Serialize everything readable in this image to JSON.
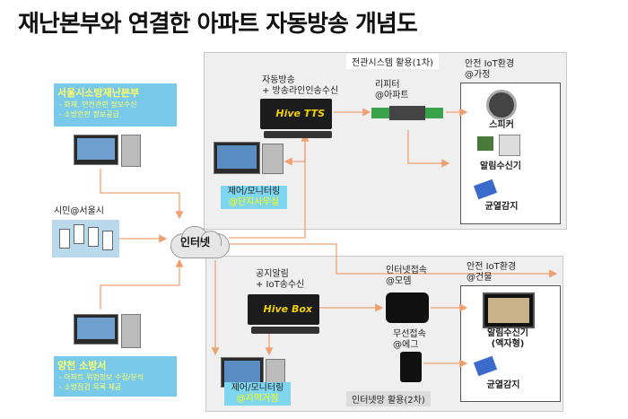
{
  "title": "재난본부와 연결한 아파트 자동방송 개념도",
  "panel_top": {
    "label": "전관시스템 활용(1차)",
    "broadcast": [
      "자동방송",
      "+ 방송라인인송수신"
    ],
    "device_text": "Hive TTS",
    "repeater": [
      "리피터",
      "@아파트"
    ],
    "safe_env": [
      "안전 IoT환경",
      "@가정"
    ],
    "speaker": "스피커",
    "receiver": "알림수신기",
    "heat": "균열감지",
    "control_tag_line1": "제어/모니터링",
    "control_tag_line2": "@단지사무실"
  },
  "panel_bottom": {
    "label": "인터넷망 활용(2차)",
    "alarm": [
      "공지알림",
      "+ IoT송수신"
    ],
    "device_text": "Hive Box",
    "internet_access": [
      "인터넷접속",
      "@모뎀"
    ],
    "wireless_access": [
      "무선접속",
      "@에그"
    ],
    "safe_env": [
      "안전 IoT환경",
      "@건물"
    ],
    "receiver": [
      "알림수신기",
      "(액자형)"
    ],
    "heat": "균열감지",
    "control_tag_line1": "제어/모니터링",
    "control_tag_line2": "@지역거점"
  },
  "left": {
    "seoul_title": "서울시소방재난본부",
    "seoul_lines": [
      "- 화재, 안전관련 정보수신",
      "- 소방안전 정보공급"
    ],
    "citizen": "시민@서울시",
    "yangcheon_title": "양천 소방서",
    "yangcheon_lines": [
      "- 아파트 위험정보 수집/분석",
      "- 소방점검 목록 제공"
    ]
  },
  "cloud": "인터넷",
  "colors": {
    "arrow": "#f0a070",
    "info_bg": "#79c9ea",
    "tag_bg": "#7fd6f0",
    "yellow": "#ffff66"
  }
}
